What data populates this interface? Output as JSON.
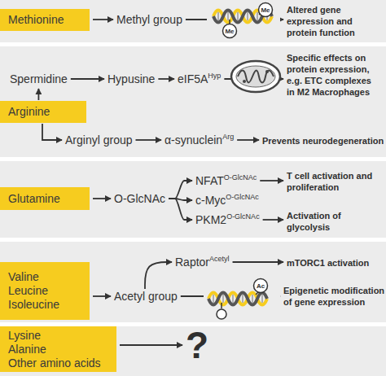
{
  "diagram": {
    "nodes": [
      {
        "text": [
          "Methionine"
        ]
      },
      {
        "text": [
          "Methyl group"
        ]
      },
      {
        "text": [
          "Altered gene expression and protein function"
        ]
      },
      {
        "text": [
          "Spermidine"
        ]
      },
      {
        "text": [
          "Hypusine"
        ]
      },
      {
        "text": [
          "eIF5A",
          "Hyp"
        ]
      },
      {
        "text": [
          "Specific effects on protein expression, e.g. ETC complexes in M2 Macrophages"
        ]
      },
      {
        "text": [
          "Arginine"
        ]
      },
      {
        "text": [
          "Arginyl group"
        ]
      },
      {
        "text": [
          "α-synuclein",
          "Arg"
        ]
      },
      {
        "text": [
          "Prevents neurodegeneration"
        ]
      },
      {
        "text": [
          "Glutamine"
        ]
      },
      {
        "text": [
          "O-GlcNAc"
        ]
      },
      {
        "text": [
          "NFAT",
          "O-GlcNAc"
        ]
      },
      {
        "text": [
          "c-Myc",
          "O-GlcNAc"
        ]
      },
      {
        "text": [
          "PKM2",
          "O-GlcNAc"
        ]
      },
      {
        "text": [
          "T cell activation and proliferation"
        ]
      },
      {
        "text": [
          "Activation of glycolysis"
        ]
      },
      {
        "text": [
          "Valine",
          "Leucine",
          "Isoleucine"
        ]
      },
      {
        "text": [
          "Acetyl group"
        ]
      },
      {
        "text": [
          "Raptor",
          "Acetyl"
        ]
      },
      {
        "text": [
          "mTORC1 activation"
        ]
      },
      {
        "text": [
          "Epigenetic modification of gene expression"
        ]
      },
      {
        "text": [
          "Lysine",
          "Alanine",
          "Other amino acids"
        ]
      },
      {
        "text": [
          "?"
        ]
      }
    ],
    "edges": [
      {
        "from": 0,
        "to": 1,
        "arrow": "to"
      },
      {
        "from": 1,
        "to": 2,
        "arrow": "to"
      },
      {
        "from": 7,
        "to": 3,
        "arrow": "to"
      },
      {
        "from": 3,
        "to": 4,
        "arrow": "to"
      },
      {
        "from": 4,
        "to": 5,
        "arrow": "to"
      },
      {
        "from": 5,
        "to": 6,
        "arrow": "to"
      },
      {
        "from": 7,
        "to": 8,
        "arrow": "to"
      },
      {
        "from": 8,
        "to": 9,
        "arrow": "to"
      },
      {
        "from": 9,
        "to": 10,
        "arrow": "to"
      },
      {
        "from": 11,
        "to": 12,
        "arrow": "to"
      },
      {
        "from": 12,
        "to": 13,
        "arrow": "to"
      },
      {
        "from": 12,
        "to": 14,
        "arrow": "to"
      },
      {
        "from": 12,
        "to": 15,
        "arrow": "to"
      },
      {
        "from": 13,
        "to": 16,
        "arrow": "to"
      },
      {
        "from": 15,
        "to": 17,
        "arrow": "to"
      },
      {
        "from": 18,
        "to": 19,
        "arrow": "to"
      },
      {
        "from": 19,
        "to": 20,
        "arrow": "to"
      },
      {
        "from": 20,
        "to": 21,
        "arrow": "to"
      },
      {
        "from": 19,
        "to": 22,
        "arrow": "to"
      },
      {
        "from": 23,
        "to": 24,
        "arrow": "to"
      }
    ],
    "labels": [
      "Me",
      "Me",
      "Ac"
    ]
  }
}
